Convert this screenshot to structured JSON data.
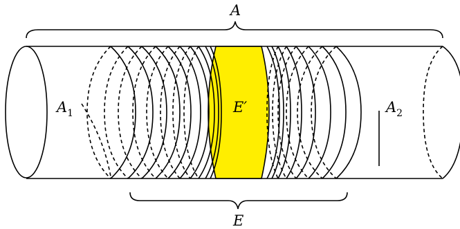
{
  "labels": {
    "A": "A",
    "A1_base": "A",
    "A1_sub": "1",
    "A2_base": "A",
    "A2_sub": "2",
    "E": "E",
    "E_prime": "E′"
  },
  "colors": {
    "highlight": "#ffee00",
    "line": "#000000"
  }
}
